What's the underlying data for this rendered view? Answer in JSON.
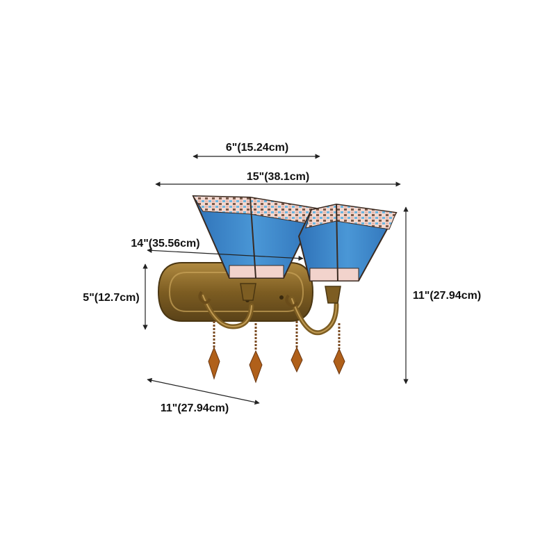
{
  "dimensions": {
    "shade_width": "6\"(15.24cm)",
    "overall_width": "15\"(38.1cm)",
    "projection": "14\"(35.56cm)",
    "backplate_height": "5\"(12.7cm)",
    "overall_height": "11\"(27.94cm)",
    "backplate_width": "11\"(27.94cm)"
  },
  "colors": {
    "glass_blue": "#3f86c9",
    "glass_pink": "#f2d3cc",
    "mosaic_blue": "#6cb6e0",
    "mosaic_brown": "#7a5a4a",
    "bronze": "#8a6a2c",
    "amber_crystal": "#b0601a",
    "dimension_text": "#111111"
  }
}
